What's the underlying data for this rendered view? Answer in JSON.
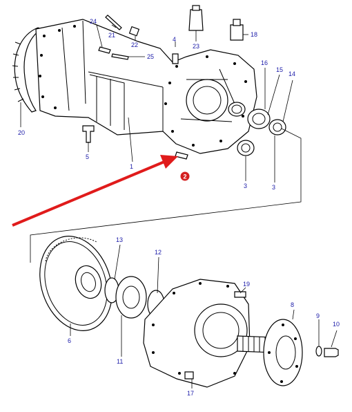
{
  "labels": {
    "p1": "1",
    "p2": "2",
    "p3a": "3",
    "p3b": "3",
    "p4": "4",
    "p5": "5",
    "p6": "6",
    "p8": "8",
    "p9": "9",
    "p10": "10",
    "p11": "11",
    "p12": "12",
    "p13": "13",
    "p14": "14",
    "p15": "15",
    "p16": "16",
    "p17": "17",
    "p18": "18",
    "p19": "19",
    "p20": "20",
    "p21": "21",
    "p22": "22",
    "p23": "23",
    "p24": "24",
    "p25": "25"
  },
  "colors": {
    "label_text": "#1a1aa8",
    "arrow": "#e01b1b",
    "highlight_badge": "#d42020",
    "line_art": "#000000"
  }
}
